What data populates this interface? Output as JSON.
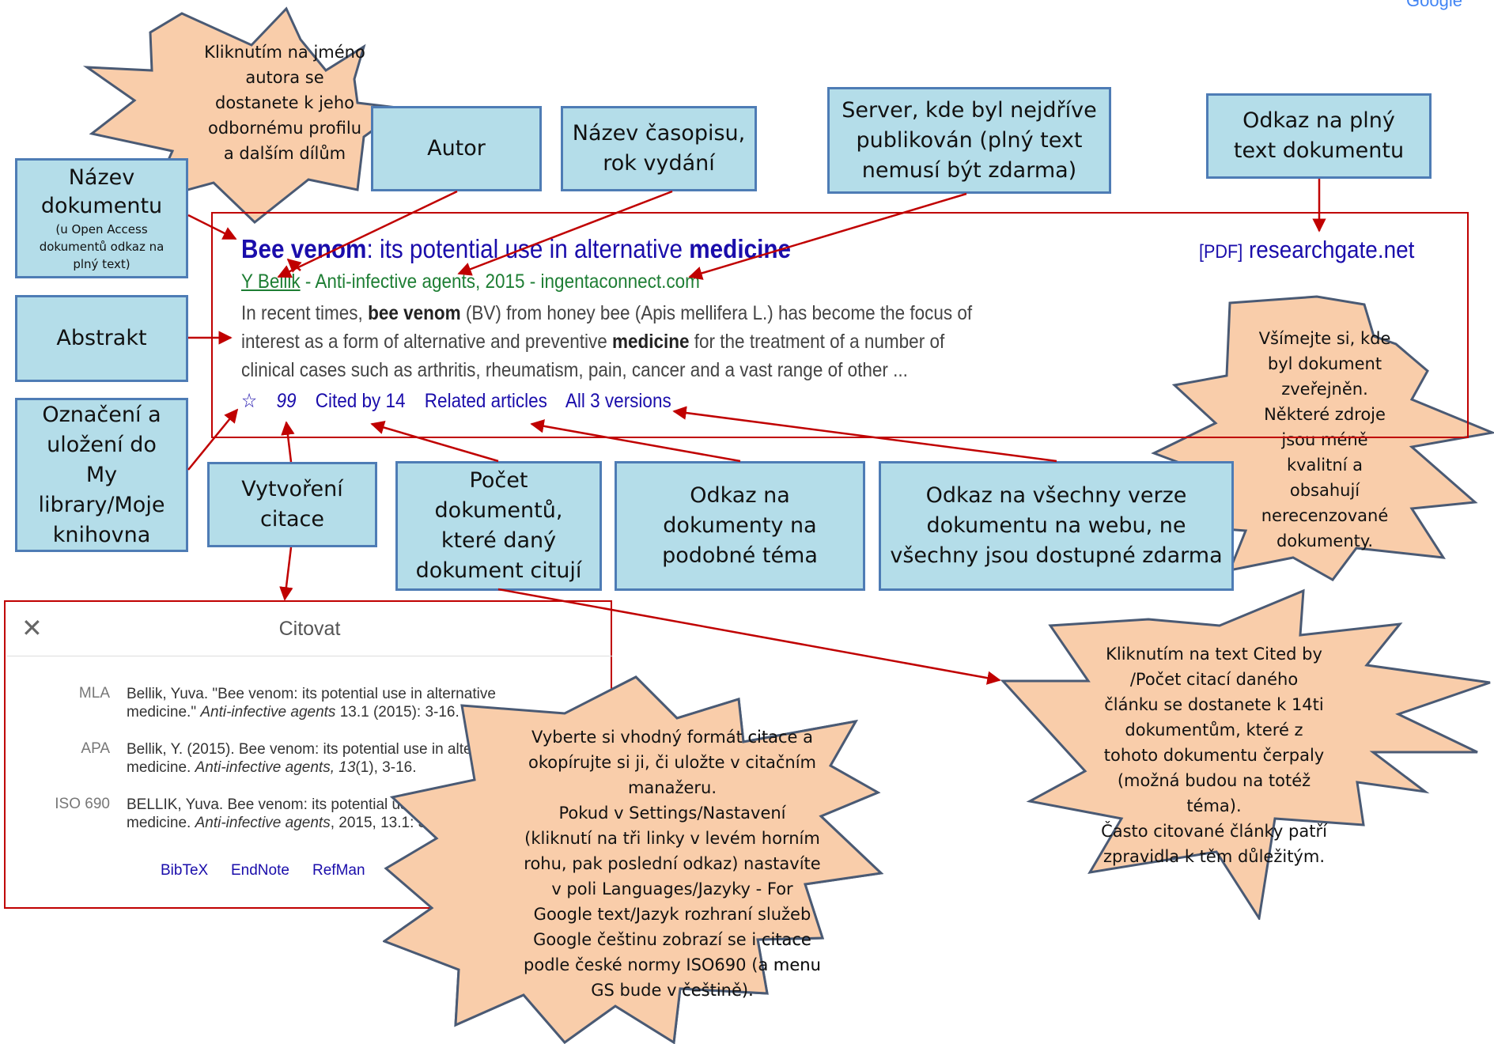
{
  "brand": {
    "logo_text": "Google"
  },
  "result": {
    "title_bold_1": "Bee venom",
    "title_mid": ": its potential use in alternative ",
    "title_bold_2": "medicine",
    "author": "Y Bellik",
    "source": " - Anti-infective agents, 2015 - ingentaconnect.com",
    "snippet_1a": "In recent times, ",
    "snippet_1b": "bee venom",
    "snippet_1c": " (BV) from honey bee (Apis mellifera L.) has become the focus of",
    "snippet_2a": "interest as a form of alternative and preventive ",
    "snippet_2b": "medicine",
    "snippet_2c": " for the treatment of a number of",
    "snippet_3": "clinical cases such as arthritis, rheumatism, pain, cancer and a vast range of other ...",
    "save_icon": "☆",
    "cite_icon": "99",
    "cited_by": "Cited by 14",
    "related": "Related articles",
    "versions": "All 3 versions",
    "pdf_tag": "[PDF]",
    "pdf_source": "researchgate.net"
  },
  "cite_dialog": {
    "close_icon": "✕",
    "title": "Citovat",
    "formats": [
      {
        "name": "MLA",
        "line1": "Bellik, Yuva. \"Bee venom: its potential use in alternative",
        "line2a": "medicine.\" ",
        "line2b": "Anti-infective agents",
        "line2c": " 13.1 (2015): 3-16."
      },
      {
        "name": "APA",
        "line1": "Bellik, Y. (2015). Bee venom: its potential use in alternativ",
        "line2a": "medicine. ",
        "line2b": "Anti-infective agents, 13",
        "line2c": "(1), 3-16."
      },
      {
        "name": "ISO 690",
        "line1": "BELLIK, Yuva. Bee venom: its potential use in",
        "line2a": "medicine. ",
        "line2b": "Anti-infective agents",
        "line2c": ", 2015, 13.1: 3-1"
      }
    ],
    "exports": [
      "BibTeX",
      "EndNote",
      "RefMan"
    ]
  },
  "labels": {
    "nazev_1": "Název",
    "nazev_2": "dokumentu",
    "nazev_small_1": "(u Open Access",
    "nazev_small_2": "dokumentů odkaz na",
    "nazev_small_3": "plný text)",
    "abstrakt": "Abstrakt",
    "autor": "Autor",
    "casopis_1": "Název časopisu,",
    "casopis_2": "rok vydání",
    "server_1": "Server, kde byl nejdříve",
    "server_2": "publikován (plný text",
    "server_3": "nemusí být zdarma)",
    "plny_1": "Odkaz na plný",
    "plny_2": "text dokumentu",
    "oznaceni_1": "Označení a",
    "oznaceni_2": "uložení do",
    "oznaceni_3": "My",
    "oznaceni_4": "library/Moje",
    "oznaceni_5": "knihovna",
    "vytvoreni_1": "Vytvoření",
    "vytvoreni_2": "citace",
    "pocet_1": "Počet",
    "pocet_2": "dokumentů,",
    "pocet_3": "které daný",
    "pocet_4": "dokument citují",
    "podobne_1": "Odkaz na",
    "podobne_2": "dokumenty na",
    "podobne_3": "podobné téma",
    "verze_1": "Odkaz na všechny verze",
    "verze_2": "dokumentu na webu, ne",
    "verze_3": "všechny jsou dostupné zdarma"
  },
  "stars": {
    "autor_profil": [
      "Kliknutím na jméno",
      "autora se",
      "dostanete k jeho",
      "odbornému profilu",
      "a dalším dílům"
    ],
    "zverejnen": [
      "Všímejte si, kde",
      "byl dokument",
      "zveřejněn.",
      "Některé zdroje",
      "jsou méně",
      "kvalitní a",
      "obsahují",
      "nerecenzované",
      "dokumenty."
    ],
    "cited_by_info": [
      "Kliknutím na text Cited by",
      "/Počet citací daného",
      "článku se dostanete k 14ti",
      "dokumentům, které z",
      "tohoto dokumentu čerpaly",
      "(možná budou na totéž",
      "téma).",
      "Často citované články patří",
      "zpravidla k těm důležitým."
    ],
    "format_info": [
      "Vyberte si  vhodný formát citace a",
      "okopírujte si ji, či uložte v citačním",
      "manažeru.",
      "Pokud v Settings/Nastavení",
      "(kliknutí na tři linky v levém horním",
      "rohu, pak poslední odkaz) nastavíte",
      "v poli Languages/Jazyky  - For",
      "Google text/Jazyk rozhraní služeb",
      "Google  češtinu zobrazí se i  citace",
      "podle české normy ISO690 (a menu",
      "GS bude v češtině)."
    ]
  },
  "colors": {
    "box_fill": "#b4dde9",
    "box_border": "#4e7cb5",
    "star_fill": "#f9cdaa",
    "arrow": "#c00000",
    "link": "#1a0dab"
  }
}
